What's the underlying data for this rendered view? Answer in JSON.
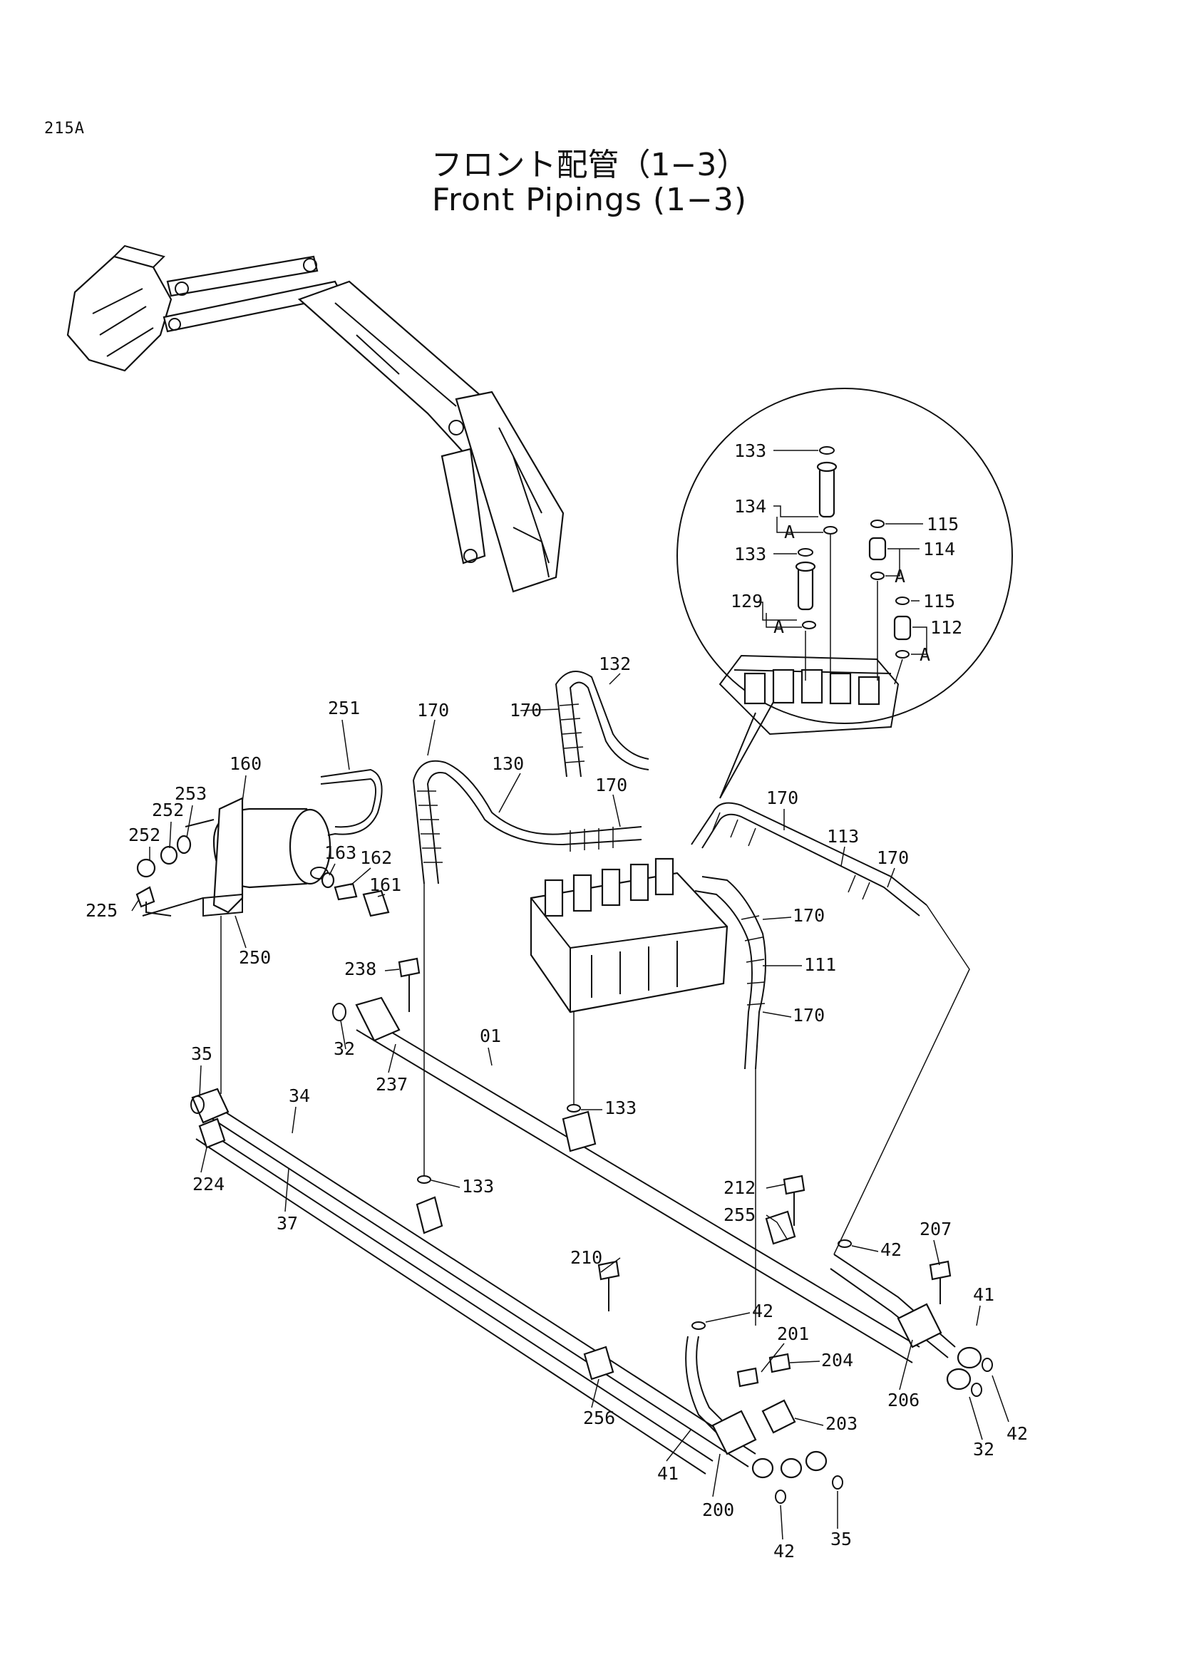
{
  "header": {
    "page_code": "215A",
    "title_jp": "フロント配管（1−3）",
    "title_en": "Front Pipings (1−3)"
  },
  "callouts": {
    "c133a": "133",
    "c134": "134",
    "c134a": "A",
    "c133b": "133",
    "c129": "129",
    "c129a": "A",
    "c115a": "115",
    "c114": "114",
    "c114a": "A",
    "c115b": "115",
    "c112": "112",
    "c112a": "A",
    "c132": "132",
    "c170a": "170",
    "c170b": "170",
    "c130": "130",
    "c170c": "170",
    "c251": "251",
    "c160": "160",
    "c253": "253",
    "c252a": "252",
    "c252b": "252",
    "c163": "163",
    "c162": "162",
    "c161": "161",
    "c225": "225",
    "c250": "250",
    "c170d": "170",
    "c113": "113",
    "c170e": "170",
    "c170f": "170",
    "c111": "111",
    "c170g": "170",
    "c238": "238",
    "c32a": "32",
    "c237": "237",
    "c01": "01",
    "c133c": "133",
    "c35a": "35",
    "c34": "34",
    "c224": "224",
    "c37": "37",
    "c133d": "133",
    "c212": "212",
    "c255": "255",
    "c42a": "42",
    "c207": "207",
    "c41a": "41",
    "c210": "210",
    "c42b": "42",
    "c201": "201",
    "c204": "204",
    "c203": "203",
    "c206": "206",
    "c32b": "32",
    "c42c": "42",
    "c256": "256",
    "c41b": "41",
    "c200": "200",
    "c42d": "42",
    "c35b": "35"
  }
}
